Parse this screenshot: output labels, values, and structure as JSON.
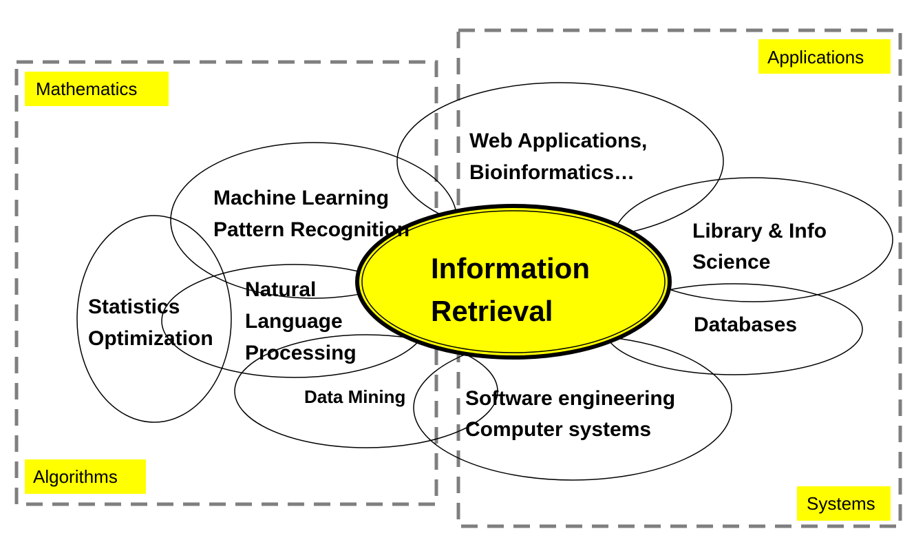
{
  "regions": {
    "mathematics": "Mathematics",
    "algorithms": "Algorithms",
    "applications": "Applications",
    "systems": "Systems"
  },
  "center": {
    "line1": "Information",
    "line2": "Retrieval",
    "fill_color": "#ffff00"
  },
  "nodes": {
    "web_applications": {
      "line1": "Web Applications,",
      "line2": "Bioinformatics…"
    },
    "machine_learning": {
      "line1": "Machine Learning",
      "line2": "Pattern Recognition"
    },
    "library_info": {
      "line1": "Library & Info",
      "line2": "Science"
    },
    "statistics": {
      "line1": "Statistics",
      "line2": "Optimization"
    },
    "nlp": {
      "line1": "Natural",
      "line2": "Language",
      "line3": "Processing"
    },
    "databases": {
      "line1": "Databases"
    },
    "data_mining": {
      "line1": "Data Mining"
    },
    "software_engineering": {
      "line1": "Software engineering",
      "line2": "Computer systems"
    }
  },
  "colors": {
    "tag_background": "#ffff00",
    "dashed_border": "#7f7f7f"
  }
}
